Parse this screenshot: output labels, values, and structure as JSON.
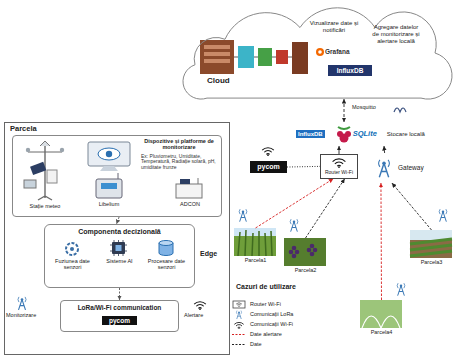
{
  "diagram": {
    "nodes": [
      {
        "text": [
          "Cloud"
        ]
      },
      {
        "text": [
          "Grafana"
        ],
        "in": 0
      },
      {
        "text": [
          "InfluxDB"
        ],
        "in": 0
      },
      {
        "text": [
          "InfluxDB",
          "SQLite",
          "Stocare locală"
        ]
      },
      {
        "text": [
          "pycom"
        ]
      },
      {
        "text": [
          "Router Wi-Fi"
        ]
      },
      {
        "text": [
          "Gateway"
        ]
      },
      {
        "text": [
          "Parcela1"
        ]
      },
      {
        "text": [
          "Parcela2"
        ]
      },
      {
        "text": [
          "Parcela3"
        ]
      },
      {
        "text": [
          "Parcela4"
        ]
      },
      {
        "text": [
          "Parcela"
        ]
      },
      {
        "text": [
          "Dispozitive și platforme de monitorizare",
          "Ex: Pluviometru, Umiditate, Temperatură, Radiație solară, pH, umiditate frunze"
        ],
        "in": 11
      },
      {
        "text": [
          "Componenta decizională"
        ],
        "in": 11
      },
      {
        "text": [
          "Fuziunea date senzori"
        ],
        "in": 13
      },
      {
        "text": [
          "Sisteme AI"
        ],
        "in": 13
      },
      {
        "text": [
          "Procesare date senzori"
        ],
        "in": 13
      },
      {
        "text": [
          "LoRa/Wi-Fi communication"
        ],
        "in": 11
      },
      {
        "text": [
          "pycom"
        ],
        "in": 17
      }
    ],
    "edges": [
      {
        "from": 3,
        "to": 0,
        "arrow": "both"
      },
      {
        "from": 5,
        "to": 3,
        "arrow": "to"
      },
      {
        "from": 6,
        "to": 3,
        "arrow": "to"
      },
      {
        "from": 4,
        "to": 5,
        "arrow": "none"
      },
      {
        "from": 7,
        "to": 5,
        "arrow": "to"
      },
      {
        "from": 8,
        "to": 5,
        "arrow": "to"
      },
      {
        "from": 9,
        "to": 6,
        "arrow": "to"
      },
      {
        "from": 10,
        "to": 6,
        "arrow": "to"
      },
      {
        "from": 12,
        "to": 13,
        "arrow": "to"
      },
      {
        "from": 13,
        "to": 17,
        "arrow": "to"
      }
    ],
    "labels": [
      "Vizualizare date și notificări",
      "Agregare datelor de monitorizare și alertare locală",
      "Mosquitto",
      "Cazuri de utilizare",
      "Stație meteo",
      "Libelium",
      "ADCON",
      "Edge",
      "Monitorizare",
      "Alertare"
    ],
    "legend": [
      {
        "text": "Router Wi-Fi"
      },
      {
        "text": "Comunicații LoRa"
      },
      {
        "text": "Comunicații Wi-Fi"
      },
      {
        "text": "Date alertare"
      },
      {
        "text": "Date"
      }
    ]
  }
}
